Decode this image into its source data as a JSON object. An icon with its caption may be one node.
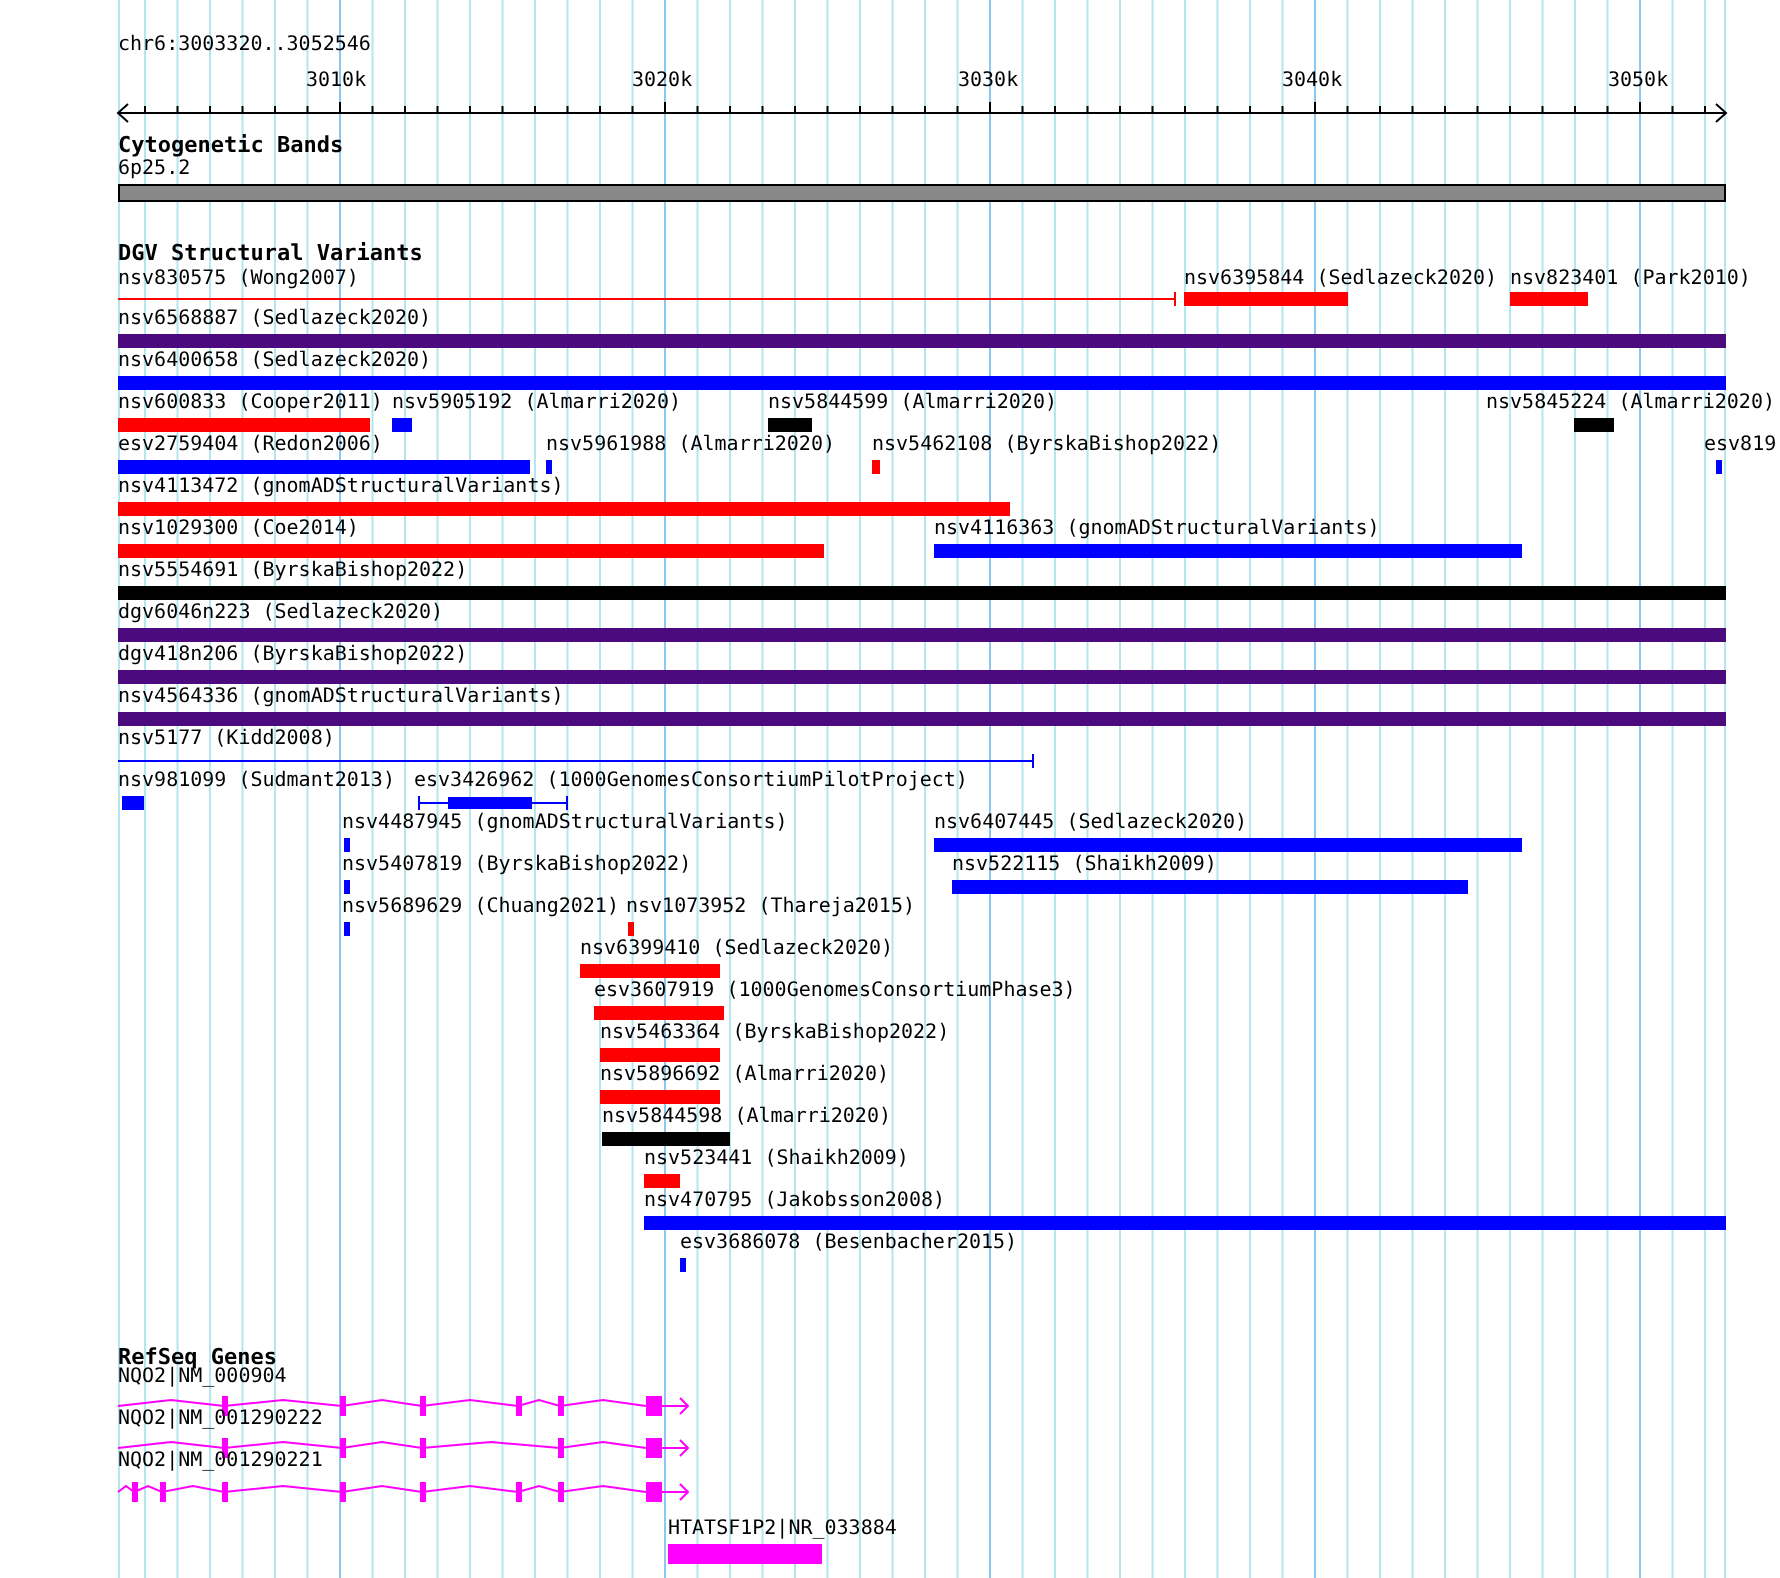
{
  "diagram": {
    "nodes": [
      {
        "text": [
          "6p25.2"
        ]
      },
      {
        "text": [
          "nsv830575 (Wong2007)"
        ]
      },
      {
        "text": [
          "nsv6395844 (Sedlazeck2020)"
        ]
      },
      {
        "text": [
          "nsv823401 (Park2010)"
        ]
      },
      {
        "text": [
          "nsv6568887 (Sedlazeck2020)"
        ]
      },
      {
        "text": [
          "nsv6400658 (Sedlazeck2020)"
        ]
      },
      {
        "text": [
          "nsv600833 (Cooper2011)"
        ]
      },
      {
        "text": [
          "nsv5905192 (Almarri2020)"
        ]
      },
      {
        "text": [
          "nsv5844599 (Almarri2020)"
        ]
      },
      {
        "text": [
          "nsv5845224 (Almarri2020)"
        ]
      },
      {
        "text": [
          "esv2759404 (Redon2006)"
        ]
      },
      {
        "text": [
          "nsv5961988 (Almarri2020)"
        ]
      },
      {
        "text": [
          "nsv5462108 (ByrskaBishop2022)"
        ]
      },
      {
        "text": [
          "esv819"
        ]
      },
      {
        "text": [
          "nsv4113472 (gnomADStructuralVariants)"
        ]
      },
      {
        "text": [
          "nsv1029300 (Coe2014)"
        ]
      },
      {
        "text": [
          "nsv4116363 (gnomADStructuralVariants)"
        ]
      },
      {
        "text": [
          "nsv5554691 (ByrskaBishop2022)"
        ]
      },
      {
        "text": [
          "dgv6046n223 (Sedlazeck2020)"
        ]
      },
      {
        "text": [
          "dgv418n206 (ByrskaBishop2022)"
        ]
      },
      {
        "text": [
          "nsv4564336 (gnomADStructuralVariants)"
        ]
      },
      {
        "text": [
          "nsv5177 (Kidd2008)"
        ]
      },
      {
        "text": [
          "nsv981099 (Sudmant2013)"
        ]
      },
      {
        "text": [
          "esv3426962 (1000GenomesConsortiumPilotProject)"
        ]
      },
      {
        "text": [
          "nsv4487945 (gnomADStructuralVariants)"
        ]
      },
      {
        "text": [
          "nsv6407445 (Sedlazeck2020)"
        ]
      },
      {
        "text": [
          "nsv5407819 (ByrskaBishop2022)"
        ]
      },
      {
        "text": [
          "nsv522115 (Shaikh2009)"
        ]
      },
      {
        "text": [
          "nsv5689629 (Chuang2021)"
        ]
      },
      {
        "text": [
          "nsv1073952 (Thareja2015)"
        ]
      },
      {
        "text": [
          "nsv6399410 (Sedlazeck2020)"
        ]
      },
      {
        "text": [
          "esv3607919 (1000GenomesConsortiumPhase3)"
        ]
      },
      {
        "text": [
          "nsv5463364 (ByrskaBishop2022)"
        ]
      },
      {
        "text": [
          "nsv5896692 (Almarri2020)"
        ]
      },
      {
        "text": [
          "nsv5844598 (Almarri2020)"
        ]
      },
      {
        "text": [
          "nsv523441 (Shaikh2009)"
        ]
      },
      {
        "text": [
          "nsv470795 (Jakobsson2008)"
        ]
      },
      {
        "text": [
          "esv3686078 (Besenbacher2015)"
        ]
      },
      {
        "text": [
          "NQO2|NM_000904"
        ]
      },
      {
        "text": [
          "NQO2|NM_001290222"
        ]
      },
      {
        "text": [
          "NQO2|NM_001290221"
        ]
      },
      {
        "text": [
          "HTATSF1P2|NR_033884"
        ]
      }
    ],
    "labels": [
      "chr6:3003320..3052546",
      "3010k",
      "3020k",
      "3030k",
      "3040k",
      "3050k",
      "Cytogenetic Bands",
      "DGV Structural Variants",
      "RefSeq Genes"
    ]
  }
}
